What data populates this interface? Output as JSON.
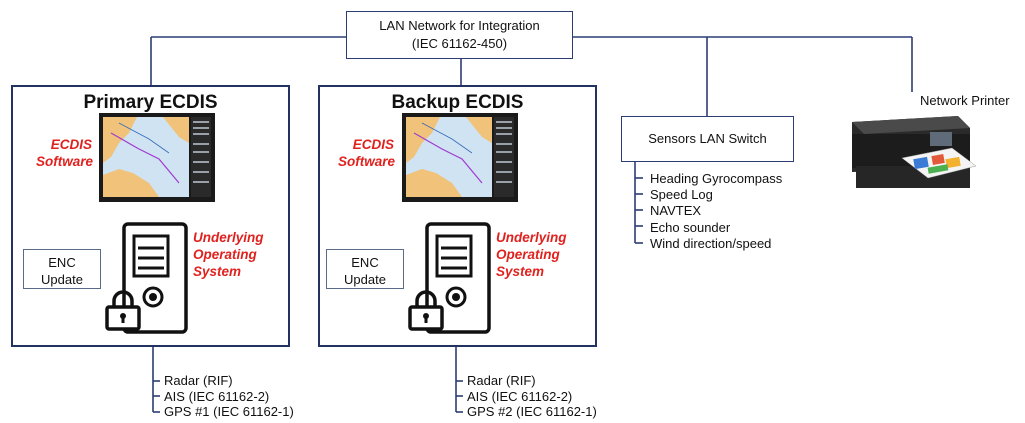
{
  "lan": {
    "title": "LAN Network for Integration",
    "standard": "(IEC 61162-450)"
  },
  "primary": {
    "title": "Primary ECDIS",
    "software_label": [
      "ECDIS",
      "Software"
    ],
    "os_label": [
      "Underlying",
      "Operating",
      "System"
    ],
    "enc_update": [
      "ENC",
      "Update"
    ],
    "inputs": [
      "Radar (RIF)",
      "AIS (IEC 61162-2)",
      "GPS #1 (IEC 61162-1)"
    ]
  },
  "backup": {
    "title": "Backup ECDIS",
    "software_label": [
      "ECDIS",
      "Software"
    ],
    "os_label": [
      "Underlying",
      "Operating",
      "System"
    ],
    "enc_update": [
      "ENC",
      "Update"
    ],
    "inputs": [
      "Radar (RIF)",
      "AIS (IEC 61162-2)",
      "GPS #2 (IEC 61162-1)"
    ]
  },
  "sensors": {
    "title": "Sensors LAN Switch",
    "items": [
      "Heading Gyrocompass",
      "Speed Log",
      "NAVTEX",
      "Echo sounder",
      "Wind direction/speed"
    ]
  },
  "printer": {
    "label": "Network Printer"
  },
  "colors": {
    "line": "#2b3d73",
    "accent_red": "#e0221f",
    "sea": "#cfe3f2",
    "land": "#f0c27a"
  }
}
